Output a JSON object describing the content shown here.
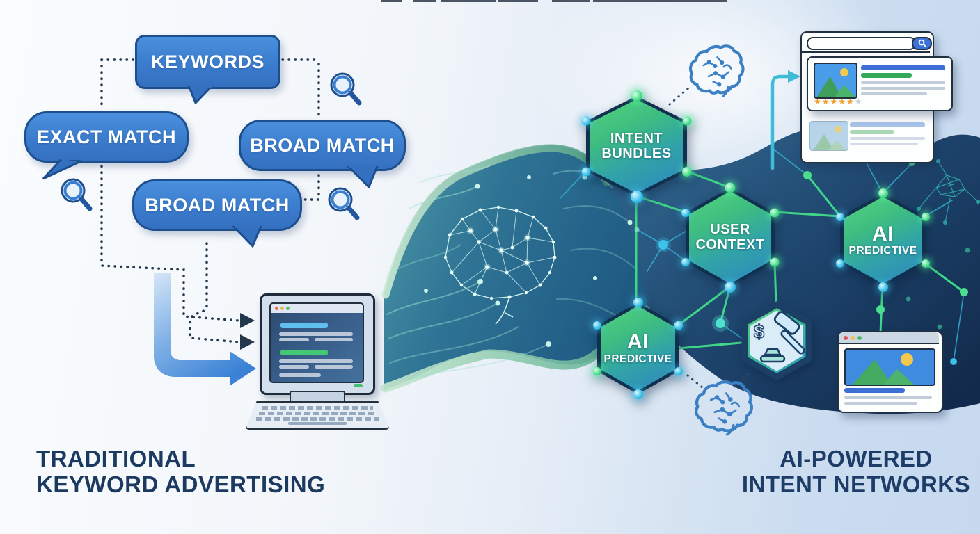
{
  "left_section": {
    "bubbles": {
      "keywords": "KEYWORDS",
      "exact_match": "EXACT MATCH",
      "broad_match_1": "BROAD MATCH",
      "broad_match_2": "BROAD MATCH"
    },
    "title_line1": "TRADITIONAL",
    "title_line2": "KEYWORD ADVERTISING"
  },
  "right_section": {
    "hexagons": {
      "intent_bundles_line1": "INTENT",
      "intent_bundles_line2": "BUNDLES",
      "user_context_line1": "USER",
      "user_context_line2": "CONTEXT",
      "ai_predictive_1_line1": "AI",
      "ai_predictive_1_line2": "PREDICTIVE",
      "ai_predictive_2_line1": "AI",
      "ai_predictive_2_line2": "PREDICTIVE"
    },
    "gavel_dollar": "$",
    "stars_filled": "★★★★★",
    "star_empty": "★",
    "title_line1": "AI-POWERED",
    "title_line2": "INTENT NETWORKS"
  },
  "colors": {
    "bubble_blue": "#3f83d4",
    "bubble_border": "#1d4f8f",
    "title_navy": "#1c3a60",
    "wave_teal": "#2e7394",
    "network_navy": "#16304f",
    "hex_green": "#45cc75",
    "hex_blue": "#2f8fc9",
    "node_green": "#4ae08d",
    "node_teal": "#3cc3ea",
    "line_green": "#3fd687",
    "star_orange": "#f09f2e"
  }
}
